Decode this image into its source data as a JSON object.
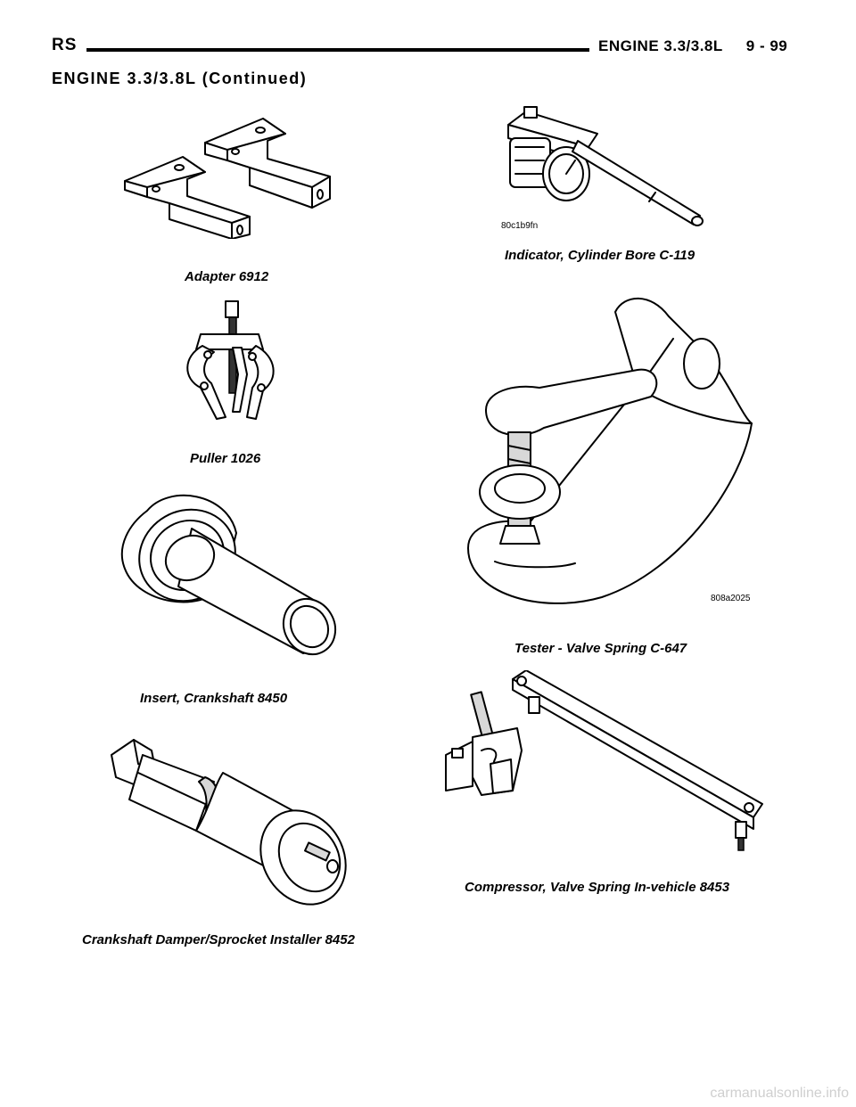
{
  "header": {
    "section": "RS",
    "title": "ENGINE 3.3/3.8L",
    "page": "9 - 99"
  },
  "subtitle": "ENGINE 3.3/3.8L (Continued)",
  "figures": {
    "adapter": {
      "caption": "Adapter 6912",
      "icon": "adapter-tool-icon"
    },
    "indicator": {
      "caption": "Indicator, Cylinder Bore C-119",
      "code": "80c1b9fn",
      "icon": "dial-bore-gauge-icon"
    },
    "puller": {
      "caption": "Puller 1026",
      "icon": "three-jaw-puller-icon"
    },
    "tester": {
      "caption": "Tester - Valve Spring C-647",
      "code": "808a2025",
      "icon": "valve-spring-tester-icon"
    },
    "insert": {
      "caption": "Insert, Crankshaft 8450",
      "icon": "crankshaft-insert-icon"
    },
    "compressor": {
      "caption": "Compressor, Valve Spring In-vehicle 8453",
      "icon": "valve-spring-compressor-icon"
    },
    "installer": {
      "caption": "Crankshaft Damper/Sprocket Installer 8452",
      "icon": "damper-installer-icon"
    }
  },
  "footer": {
    "watermark": "carmanualsonline.info"
  }
}
